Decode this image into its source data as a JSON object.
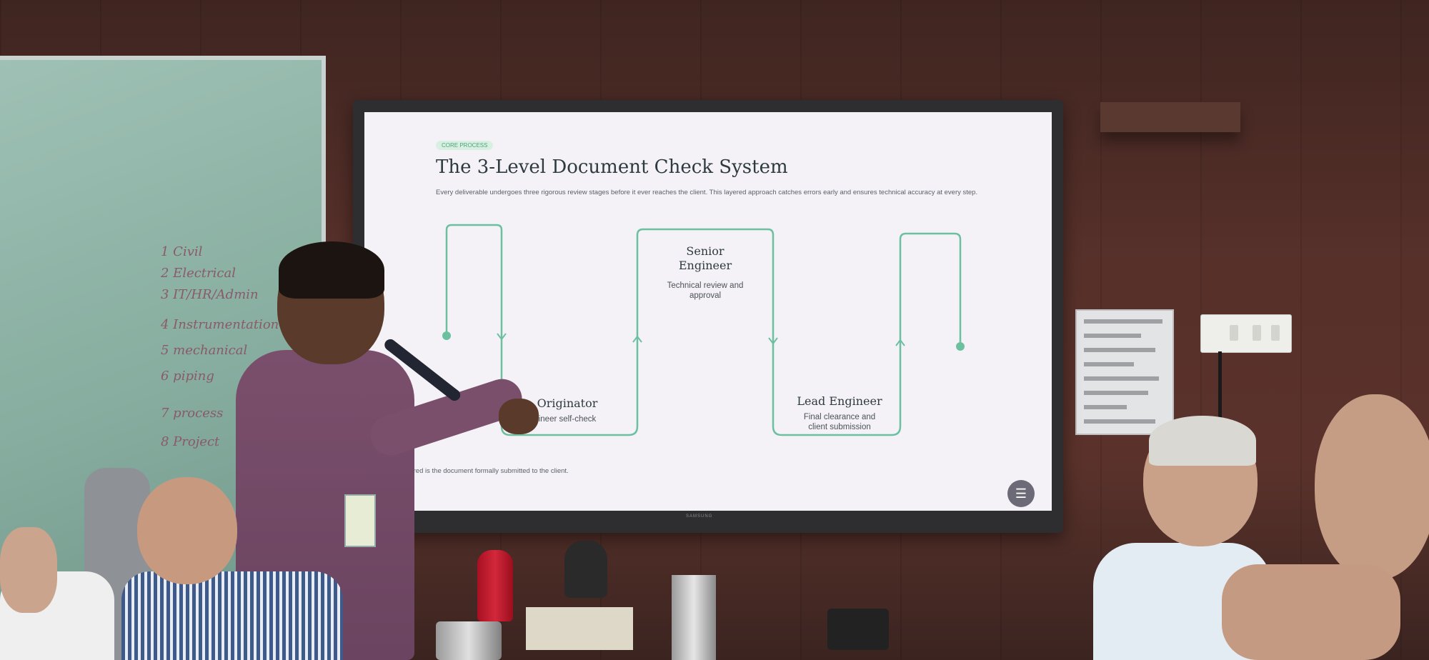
{
  "slide": {
    "tag": "CORE PROCESS",
    "title": "The 3-Level Document Check System",
    "description": "Every deliverable undergoes three rigorous review stages before it ever reaches the client. This layered approach catches errors early and ensures technical accuracy at every step.",
    "stages": [
      {
        "title": "Originator",
        "subtitle": "ineer self-check"
      },
      {
        "title": "Senior Engineer",
        "subtitle": "Technical review and approval"
      },
      {
        "title": "Lead Engineer",
        "subtitle": "Final clearance and client submission"
      }
    ],
    "footer": "e levels are cleared is the document formally submitted to the client.",
    "menu_icon": "hamburger-icon",
    "accent_color": "#6cc0a0"
  },
  "tv_brand": "SAMSUNG",
  "whiteboard": {
    "lines": [
      "1 Civil",
      "2 Electrical",
      "3 IT/HR/Admin",
      "4 Instrumentation",
      "5 mechanical",
      "6 piping",
      "7 process",
      "8 Project"
    ]
  }
}
